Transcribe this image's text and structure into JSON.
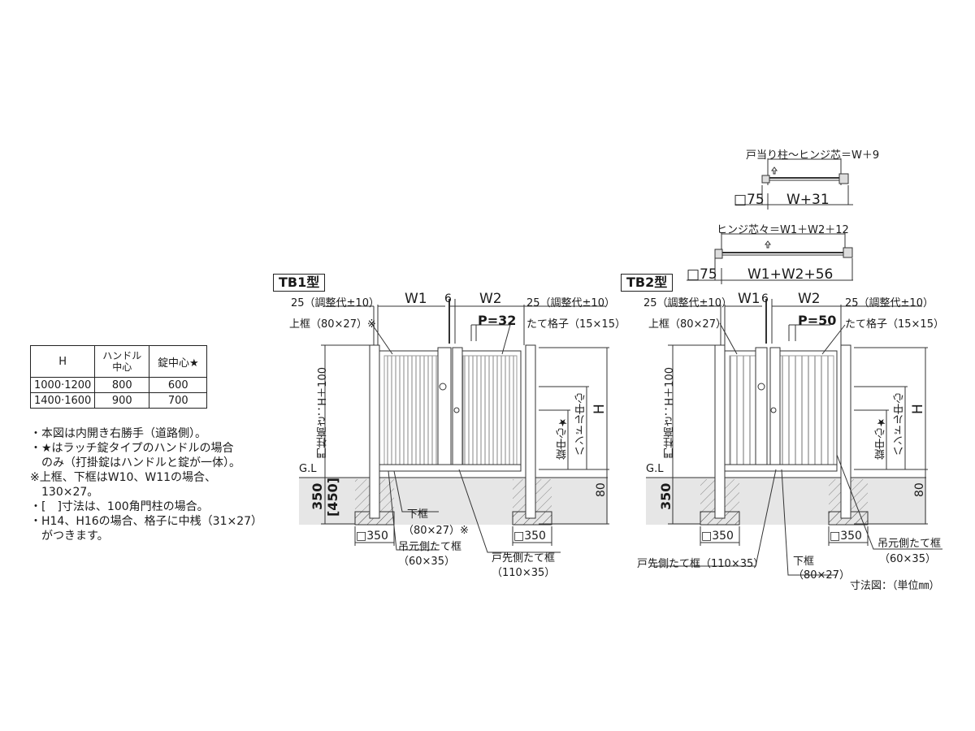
{
  "table": {
    "headers": [
      "H",
      "ハンドル\n中心",
      "錠中心★"
    ],
    "rows": [
      [
        "1000·1200",
        "800",
        "600"
      ],
      [
        "1400·1600",
        "900",
        "700"
      ]
    ]
  },
  "notes": [
    "・本図は内開き右勝手（道路側）。",
    "・★はラッチ錠タイプのハンドルの場合",
    "　のみ（打掛錠はハンドルと錠が一体）。",
    "※上框、下框はW10、W11の場合、",
    "　130×27。",
    "・[　]寸法は、100角門柱の場合。",
    "・H14、H16の場合、格子に中桟（31×27）",
    "　がつきます。"
  ],
  "plan": {
    "top_label": "戸当り柱～ヒンジ芯＝W＋9",
    "top_post": "□75",
    "top_width": "W+31",
    "mid_label": "ヒンジ芯々＝W1＋W2＋12",
    "mid_post": "□75",
    "mid_width": "W1+W2+56"
  },
  "tb1": {
    "title": "TB1型",
    "adj_left": "25（調整代±10）",
    "w1": "W1",
    "gap": "6",
    "w2": "W2",
    "adj_right": "25（調整代±10）",
    "top_frame": "上框（80×27）※",
    "pitch": "P=32",
    "lattice": "たて格子（15×15）",
    "post_height": "門柱高さ：H＋100",
    "gl": "G.L",
    "depth": "350",
    "depth_alt": "[450]",
    "height": "H",
    "handle_center": "ハンドル中心",
    "lock_center": "錠中心★",
    "bottom_gap": "80",
    "footing_left": "□350",
    "footing_right": "□350",
    "bottom_frame": "下框",
    "bottom_frame_size": "（80×27）※",
    "hinge_frame": "吊元側たて框",
    "hinge_frame_size": "（60×35）",
    "latch_frame": "戸先側たて框",
    "latch_frame_size": "（110×35）"
  },
  "tb2": {
    "title": "TB2型",
    "adj_left": "25（調整代±10）",
    "w1": "W1",
    "gap": "6",
    "w2": "W2",
    "adj_right": "25（調整代±10）",
    "top_frame": "上框（80×27）",
    "pitch": "P=50",
    "lattice": "たて格子（15×15）",
    "post_height": "門柱高さ：H＋100",
    "gl": "G.L",
    "depth": "350",
    "height": "H",
    "handle_center": "ハンドル中心",
    "lock_center": "錠中心★",
    "bottom_gap": "80",
    "footing_left": "□350",
    "footing_right": "□350",
    "hinge_frame": "吊元側たて框",
    "hinge_frame_size": "（60×35）",
    "latch_frame": "戸先側たて框（110×35）",
    "bottom_frame": "下框",
    "bottom_frame_size": "（80×27）"
  },
  "footer": "寸法図：（単位㎜）"
}
